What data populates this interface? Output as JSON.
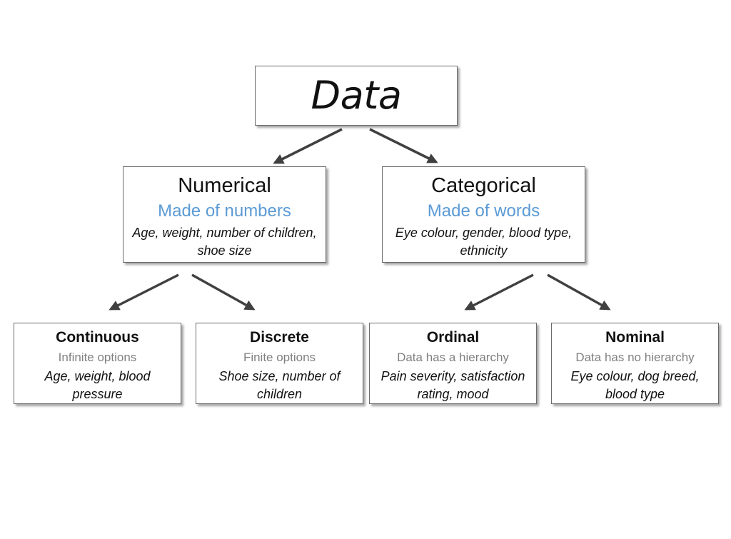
{
  "root": {
    "title": "Data"
  },
  "numerical": {
    "title": "Numerical",
    "subtitle": "Made of numbers",
    "examples": "Age, weight, number of children, shoe size"
  },
  "categorical": {
    "title": "Categorical",
    "subtitle": "Made of words",
    "examples": "Eye colour, gender, blood type, ethnicity"
  },
  "continuous": {
    "title": "Continuous",
    "subtitle": "Infinite options",
    "examples": "Age, weight, blood pressure"
  },
  "discrete": {
    "title": "Discrete",
    "subtitle": "Finite options",
    "examples": "Shoe size, number of children"
  },
  "ordinal": {
    "title": "Ordinal",
    "subtitle": "Data has a hierarchy",
    "examples": "Pain severity, satisfaction rating, mood"
  },
  "nominal": {
    "title": "Nominal",
    "subtitle": "Data has no hierarchy",
    "examples": "Eye colour, dog breed, blood type"
  },
  "colors": {
    "subtitle_blue": "#5b9bd5",
    "subtitle_grey": "#808080",
    "arrow": "#404040"
  }
}
